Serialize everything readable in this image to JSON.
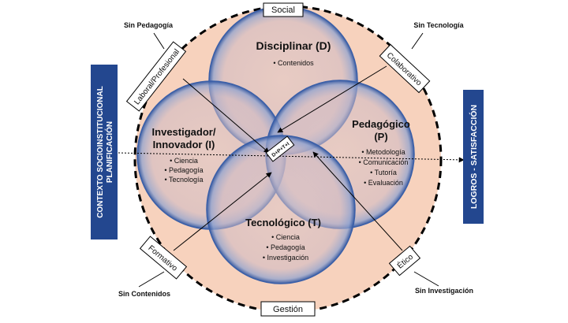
{
  "colors": {
    "outer_fill": "#f7d2bd",
    "circle_fill": "#d9c2c4",
    "circle_edge": "#3a5fa8",
    "side_panel": "#23478f",
    "side_text": "#ffffff"
  },
  "top_box": "Social",
  "bottom_box": "Gestión",
  "left_panel": {
    "line1": "CONTEXTO SOCIOINSTITUCIONAL",
    "line2": "PLANIFICACIÓN"
  },
  "right_panel": "LOGROS - SATISFACCIÓN",
  "corner_labels": {
    "top_left": "Sin Pedagogía",
    "top_right": "Sin Tecnología",
    "bottom_left": "Sin Contenidos",
    "bottom_right": "Sin Investigación"
  },
  "tags": {
    "laboral": "Laboral/Profesional",
    "colaborativo": "Colaborativo",
    "formativo": "Formativo",
    "etico": "Ético"
  },
  "circles": {
    "disciplinar": {
      "title": "Disciplinar (D)",
      "items": [
        "• Contenidos"
      ]
    },
    "investigador": {
      "title1": "Investigador/",
      "title2": "Innovador (I)",
      "items": [
        "• Ciencia",
        "• Pedagogía",
        "• Tecnología"
      ]
    },
    "pedagogico": {
      "title1": "Pedagógico",
      "title2": "(P)",
      "items": [
        "• Metodología",
        "• Comunicación",
        "• Tutoría",
        "• Evaluación"
      ]
    },
    "tecnologico": {
      "title": "Tecnológico (T)",
      "items": [
        "• Ciencia",
        "• Pedagogía",
        "• Investigación"
      ]
    }
  },
  "center_label": "D+P+T+I"
}
